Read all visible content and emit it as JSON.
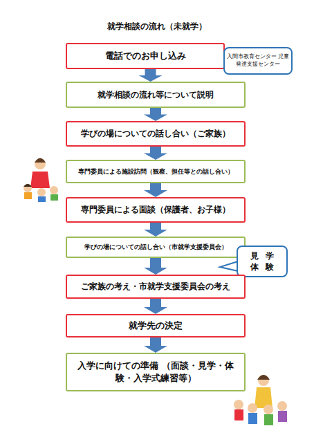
{
  "diagram": {
    "title": "就学相談の流れ（未就学）",
    "nodes": [
      {
        "text": [
          "電話でのお申し込み"
        ]
      },
      {
        "text": [
          "入間市教育センター 児童発達支援センター"
        ]
      },
      {
        "text": [
          "就学相談の流れ等について説明"
        ]
      },
      {
        "text": [
          "学びの場についての話し合い（ご家族）"
        ]
      },
      {
        "text": [
          "専門委員による施設訪問（観察、担任等との話し合い）"
        ]
      },
      {
        "text": [
          "専門委員による面談（保護者、お子様）"
        ]
      },
      {
        "text": [
          "学びの場についての話し合い（市就学支援委員会）"
        ]
      },
      {
        "text": [
          "見学 体験"
        ]
      },
      {
        "text": [
          "ご家族の考え・市就学支援委員会の考え"
        ]
      },
      {
        "text": [
          "就学先の決定"
        ]
      },
      {
        "text": [
          "入学に向けての準備 （面談・見学・体験・入学式練習等）"
        ]
      }
    ],
    "edges": [
      {
        "from": 0,
        "to": 2,
        "arrow": "to"
      },
      {
        "from": 2,
        "to": 3,
        "arrow": "to"
      },
      {
        "from": 3,
        "to": 4,
        "arrow": "to"
      },
      {
        "from": 4,
        "to": 5,
        "arrow": "to"
      },
      {
        "from": 5,
        "to": 6,
        "arrow": "to"
      },
      {
        "from": 6,
        "to": 8,
        "arrow": "to"
      },
      {
        "from": 8,
        "to": 9,
        "arrow": "to"
      },
      {
        "from": 9,
        "to": 10,
        "arrow": "to"
      }
    ]
  }
}
